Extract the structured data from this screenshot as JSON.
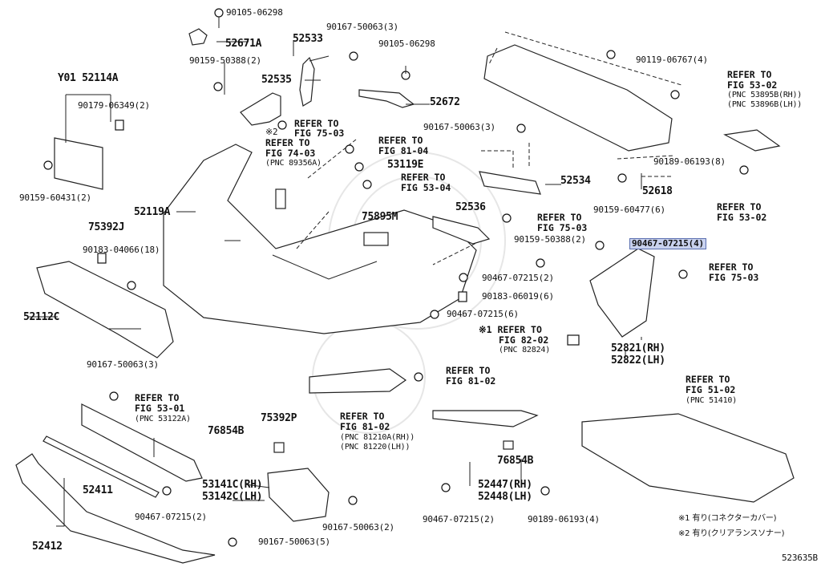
{
  "labels": {
    "p90105_06298_top": "90105-06298",
    "p52671A": "52671A",
    "p90159_50388_a": "90159-50388(2)",
    "p52533": "52533",
    "p90167_50063_3a": "90167-50063(3)",
    "p90105_06298_b": "90105-06298",
    "p52535": "52535",
    "p52672": "52672",
    "pY01": "Y01 52114A",
    "p90179_06349": "90179-06349(2)",
    "p90159_60431": "90159-60431(2)",
    "p90119_06767": "90119-06767(4)",
    "refer53_02a": "REFER TO",
    "refer53_02b": "FIG 53-02",
    "refer53_02c": "(PNC 53895B(RH))",
    "refer53_02d": "(PNC 53896B(LH))",
    "note2": "※2",
    "refer75_03a1": "REFER TO",
    "refer75_03a2": "FIG 75-03",
    "refer74_03a": "REFER TO",
    "refer74_03b": "FIG 74-03",
    "refer74_03c": "(PNC 89356A)",
    "refer81_04a": "REFER TO",
    "refer81_04b": "FIG 81-04",
    "p53119E": "53119E",
    "refer53_04a": "REFER TO",
    "refer53_04b": "FIG 53-04",
    "p90167_50063_3b": "90167-50063(3)",
    "p52534": "52534",
    "p90189_06193_8": "90189-06193(8)",
    "p52618": "52618",
    "p90159_60477": "90159-60477(6)",
    "refer53_02e": "REFER TO",
    "refer53_02f": "FIG 53-02",
    "p52119A": "52119A",
    "p75895M": "75895M",
    "p52536": "52536",
    "refer75_03b1": "REFER TO",
    "refer75_03b2": "FIG 75-03",
    "p90159_50388_b": "90159-50388(2)",
    "p90467_07215_4": "90467-07215(4)",
    "refer75_03c1": "REFER TO",
    "refer75_03c2": "FIG 75-03",
    "p75392J": "75392J",
    "p90183_04066": "90183-04066(18)",
    "p90467_07215_2a": "90467-07215(2)",
    "p90183_06019": "90183-06019(6)",
    "p90467_07215_6": "90467-07215(6)",
    "p52112C": "52112C",
    "refer82_02a": "※1 REFER TO",
    "refer82_02b": "FIG 82-02",
    "refer82_02c": "(PNC 82824)",
    "p52821": "52821(RH)",
    "p52822": "52822(LH)",
    "p90167_50063_3c": "90167-50063(3)",
    "refer81_02a1": "REFER TO",
    "refer81_02a2": "FIG 81-02",
    "refer51_02a": "REFER TO",
    "refer51_02b": "FIG 51-02",
    "refer51_02c": "(PNC 51410)",
    "refer53_01a": "REFER TO",
    "refer53_01b": "FIG 53-01",
    "refer53_01c": "(PNC 53122A)",
    "refer81_02b1": "REFER TO",
    "refer81_02b2": "FIG 81-02",
    "refer81_02b3": "(PNC 81210A(RH))",
    "refer81_02b4": "(PNC 81220(LH))",
    "p76854B_a": "76854B",
    "p75392P": "75392P",
    "p76854B_b": "76854B",
    "p52411": "52411",
    "p53141C": "53141C(RH)",
    "p53142C": "53142C(LH)",
    "p52447": "52447(RH)",
    "p52448": "52448(LH)",
    "p90467_07215_2b": "90467-07215(2)",
    "p90167_50063_2": "90167-50063(2)",
    "p90467_07215_2c": "90467-07215(2)",
    "p90189_06193_4": "90189-06193(4)",
    "note1": "※1 有り(コネクターカバー)",
    "note2b": "※2 有り(クリアランスソナー)",
    "p52412": "52412",
    "p90167_50063_5": "90167-50063(5)",
    "diagram_id": "523635B"
  },
  "highlight_color": "#c9d2ee"
}
